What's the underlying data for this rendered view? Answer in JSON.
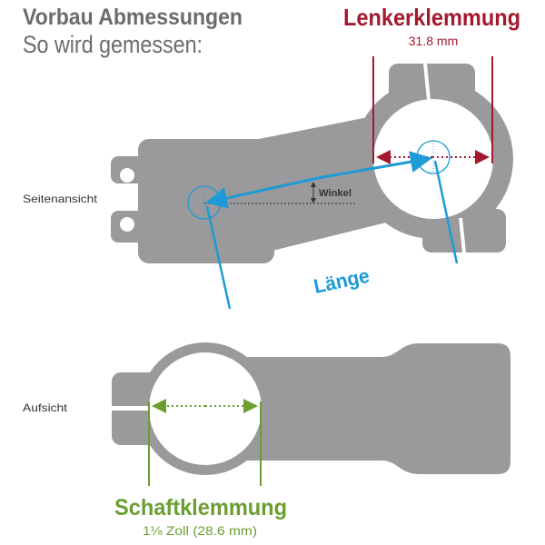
{
  "header": {
    "title": "Vorbau Abmessungen",
    "subtitle": "So wird gemessen:"
  },
  "side_view": {
    "label": "Seitenansicht",
    "handlebar_clamp": {
      "title": "Lenkerklemmung",
      "value": "31.8 mm"
    },
    "angle_label": "Winkel",
    "length_label": "Länge"
  },
  "top_view": {
    "label": "Aufsicht",
    "steerer_clamp": {
      "title": "Schaftklemmung",
      "value": "1⅛ Zoll (28.6 mm)"
    }
  },
  "colors": {
    "body": "#9a9a9c",
    "title_gray": "#6b6b6b",
    "red": "#a3192e",
    "blue": "#1e9ad6",
    "green": "#6a9e32"
  }
}
